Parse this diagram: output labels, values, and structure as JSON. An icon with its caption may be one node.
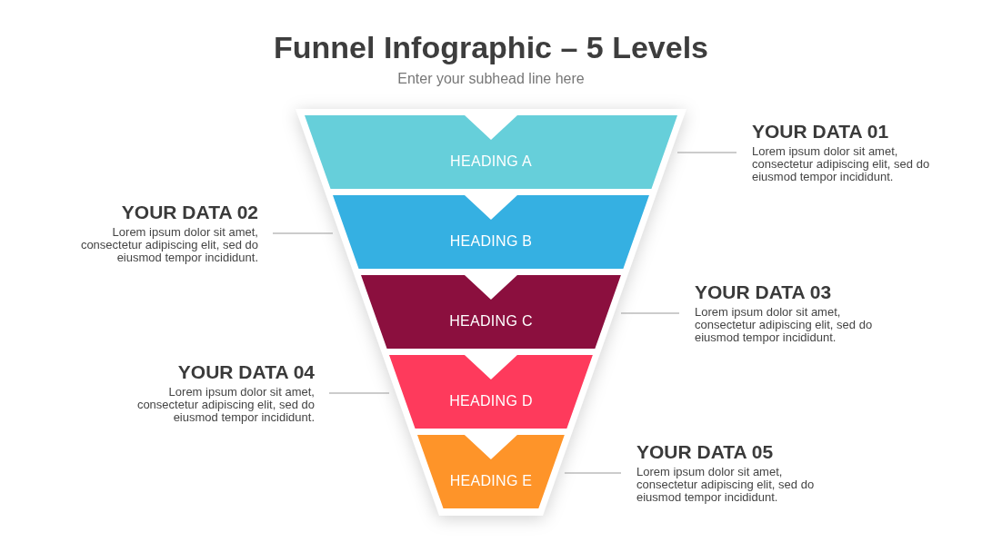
{
  "diagram": {
    "title": "Funnel Infographic – 5 Levels",
    "nodes": [
      {
        "text": [
          "HEADING A"
        ]
      },
      {
        "text": [
          "HEADING B"
        ]
      },
      {
        "text": [
          "HEADING C"
        ]
      },
      {
        "text": [
          "HEADING D"
        ]
      },
      {
        "text": [
          "HEADING E"
        ]
      },
      {
        "text": [
          "YOUR DATA 01",
          "Lorem ipsum dolor sit amet, consectetur adipiscing elit, sed do eiusmod tempor incididunt."
        ]
      },
      {
        "text": [
          "YOUR DATA 02",
          "Lorem ipsum dolor sit amet, consectetur adipiscing elit, sed do eiusmod tempor incididunt."
        ]
      },
      {
        "text": [
          "YOUR DATA 03",
          "Lorem ipsum dolor sit amet, consectetur adipiscing elit, sed do eiusmod tempor incididunt."
        ]
      },
      {
        "text": [
          "YOUR DATA 04",
          "Lorem ipsum dolor sit amet, consectetur adipiscing elit, sed do eiusmod tempor incididunt."
        ]
      },
      {
        "text": [
          "YOUR DATA 05",
          "Lorem ipsum dolor sit amet, consectetur adipiscing elit, sed do eiusmod tempor incididunt."
        ]
      }
    ],
    "edges": [
      {
        "from": 5,
        "to": 0,
        "arrow": "none"
      },
      {
        "from": 6,
        "to": 1,
        "arrow": "none"
      },
      {
        "from": 7,
        "to": 2,
        "arrow": "none"
      },
      {
        "from": 8,
        "to": 3,
        "arrow": "none"
      },
      {
        "from": 9,
        "to": 4,
        "arrow": "none"
      }
    ],
    "labels": [
      "Enter your subhead line here"
    ]
  }
}
